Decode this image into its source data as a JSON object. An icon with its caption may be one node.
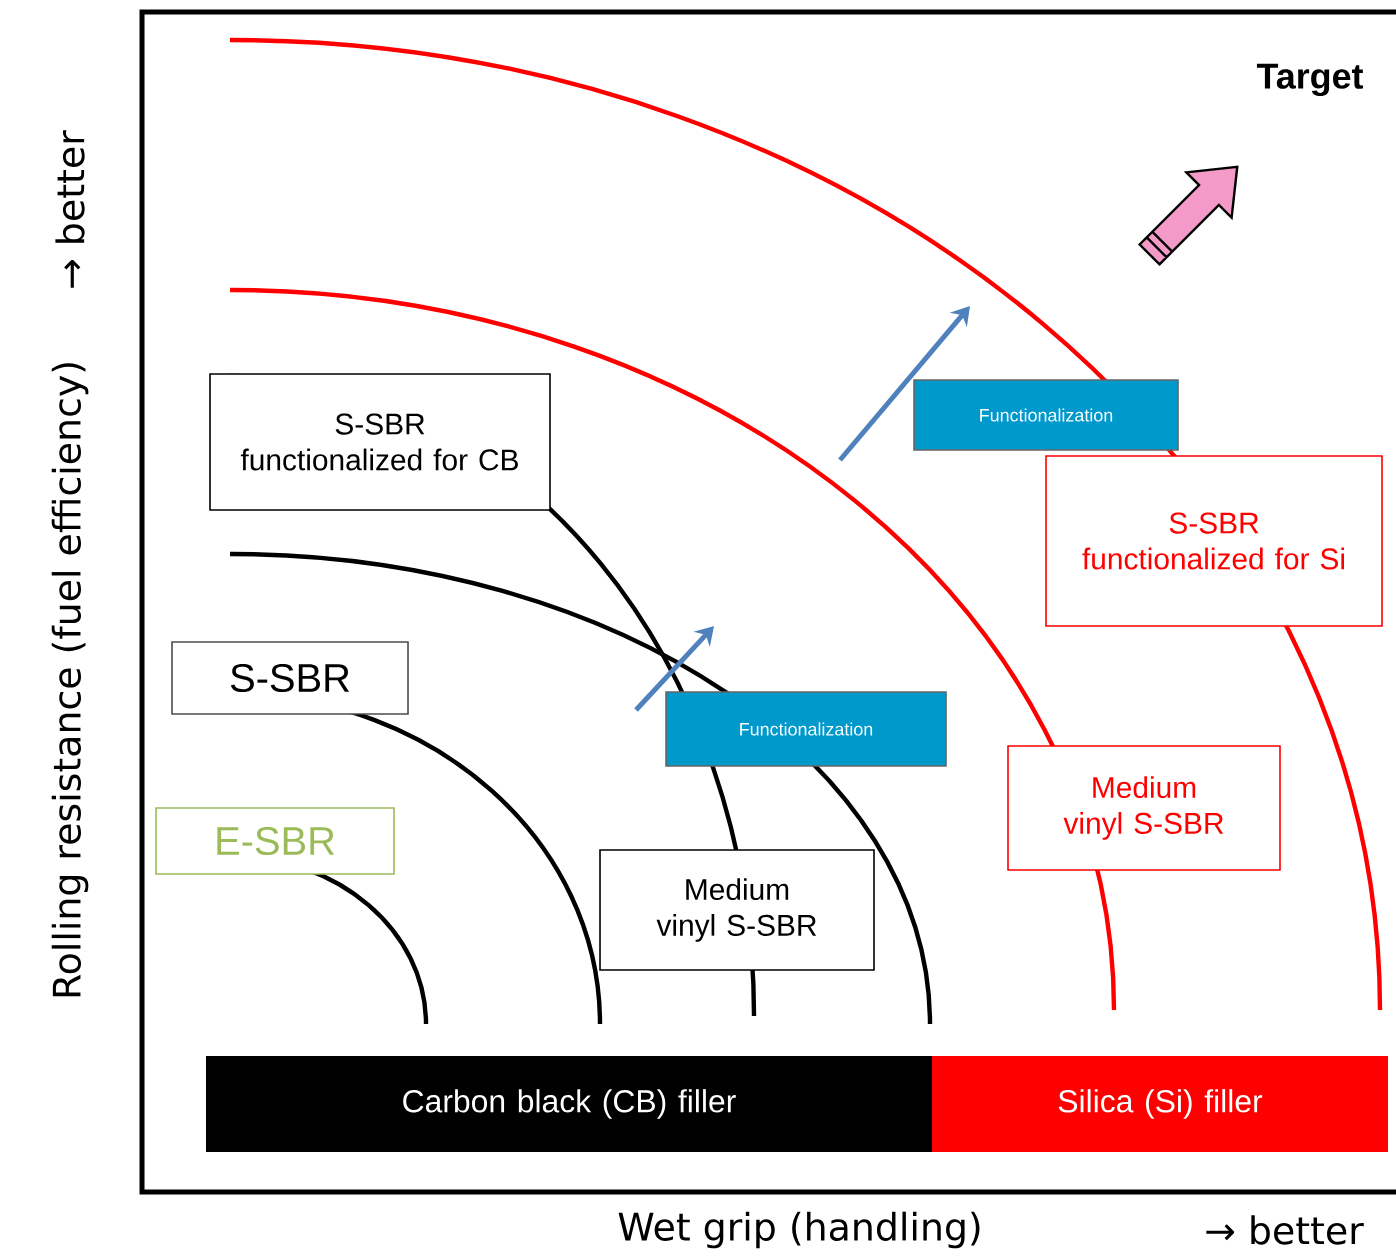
{
  "diagram": {
    "nodes": [
      {
        "text": [
          "Target"
        ]
      },
      {
        "text": [
          "S-SBR functionalized for CB"
        ]
      },
      {
        "text": [
          "Functionalization"
        ]
      },
      {
        "text": [
          "S-SBR functionalized for Si"
        ]
      },
      {
        "text": [
          "S-SBR"
        ]
      },
      {
        "text": [
          "Functionalization"
        ]
      },
      {
        "text": [
          "Medium vinyl S-SBR"
        ]
      },
      {
        "text": [
          "E-SBR"
        ]
      },
      {
        "text": [
          "Medium vinyl S-SBR"
        ]
      },
      {
        "text": [
          "Carbon black (CB) filler"
        ]
      },
      {
        "text": [
          "Silica (Si) filler"
        ]
      }
    ],
    "labels": [
      "Rolling resistance (fuel efficiency)",
      "→ better",
      "Wet grip (handling)",
      "→ better"
    ]
  }
}
